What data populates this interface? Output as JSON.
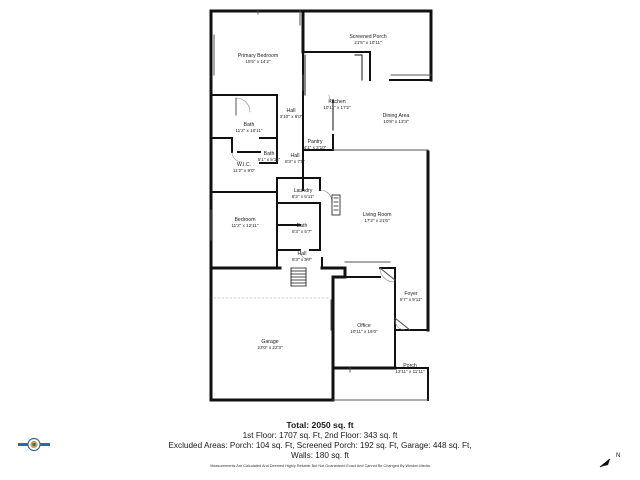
{
  "colors": {
    "wall": "#111111",
    "thin_wall": "#555555",
    "text": "#222222",
    "logo_accent": "#2a6aa6",
    "logo_accent2": "#c9a24a"
  },
  "rooms": [
    {
      "id": "primary-bedroom",
      "name": "Primary Bedroom",
      "dims": "15'5\" x 14'2\""
    },
    {
      "id": "screened-porch",
      "name": "Screened Porch",
      "dims": "21'5\" x 10'11\""
    },
    {
      "id": "bath-1",
      "name": "Bath",
      "dims": "11'2\" x 10'11\""
    },
    {
      "id": "hall-1",
      "name": "Hall",
      "dims": "3'10\" x 6'0\""
    },
    {
      "id": "kitchen",
      "name": "Kitchen",
      "dims": "10'11\" x 17'2\""
    },
    {
      "id": "dining-area",
      "name": "Dining Area",
      "dims": "10'8\" x 13'3\""
    },
    {
      "id": "pantry",
      "name": "Pantry",
      "dims": "4'1\" x 3'10\""
    },
    {
      "id": "bath-2",
      "name": "Bath",
      "dims": "5'1\" x 5'11\""
    },
    {
      "id": "hall-2",
      "name": "Hall",
      "dims": "8'3\" x 7'5\""
    },
    {
      "id": "wic",
      "name": "W.I.C.",
      "dims": "11'2\" x 9'0\""
    },
    {
      "id": "laundry",
      "name": "Laundry",
      "dims": "8'3\" x 5'11\""
    },
    {
      "id": "bedroom",
      "name": "Bedroom",
      "dims": "11'2\" x 12'11\""
    },
    {
      "id": "living-room",
      "name": "Living Room",
      "dims": "17'2\" x 21'6\""
    },
    {
      "id": "bath-3",
      "name": "Bath",
      "dims": "8'3\" x 5'7\""
    },
    {
      "id": "hall-3",
      "name": "Hall",
      "dims": "8'3\" x 3'7\""
    },
    {
      "id": "foyer",
      "name": "Foyer",
      "dims": "5'7\" x 9'11\""
    },
    {
      "id": "office",
      "name": "Office",
      "dims": "10'11\" x 15'0\""
    },
    {
      "id": "garage",
      "name": "Garage",
      "dims": "23'0\" x 22'3\""
    },
    {
      "id": "porch",
      "name": "Porch",
      "dims": "13'11\" x 11'11\""
    }
  ],
  "summary": {
    "total": "Total: 2050 sq. ft",
    "floors": "1st Floor: 1707 sq. Ft, 2nd Floor: 343 sq. ft",
    "excluded": "Excluded Areas: Porch: 104 sq. Ft, Screened Porch: 192 sq. Ft, Garage: 448 sq. Ft,",
    "walls": "Walls: 180 sq. ft",
    "disclaimer": "Measurements Are Calculated And Deemed Highly Reliable But Not Guaranteed Exact And Cannot Be Changed By Weston Media"
  },
  "logo_icon": "company-logo-icon",
  "north_icon": "north-arrow-icon",
  "north_label": "N"
}
